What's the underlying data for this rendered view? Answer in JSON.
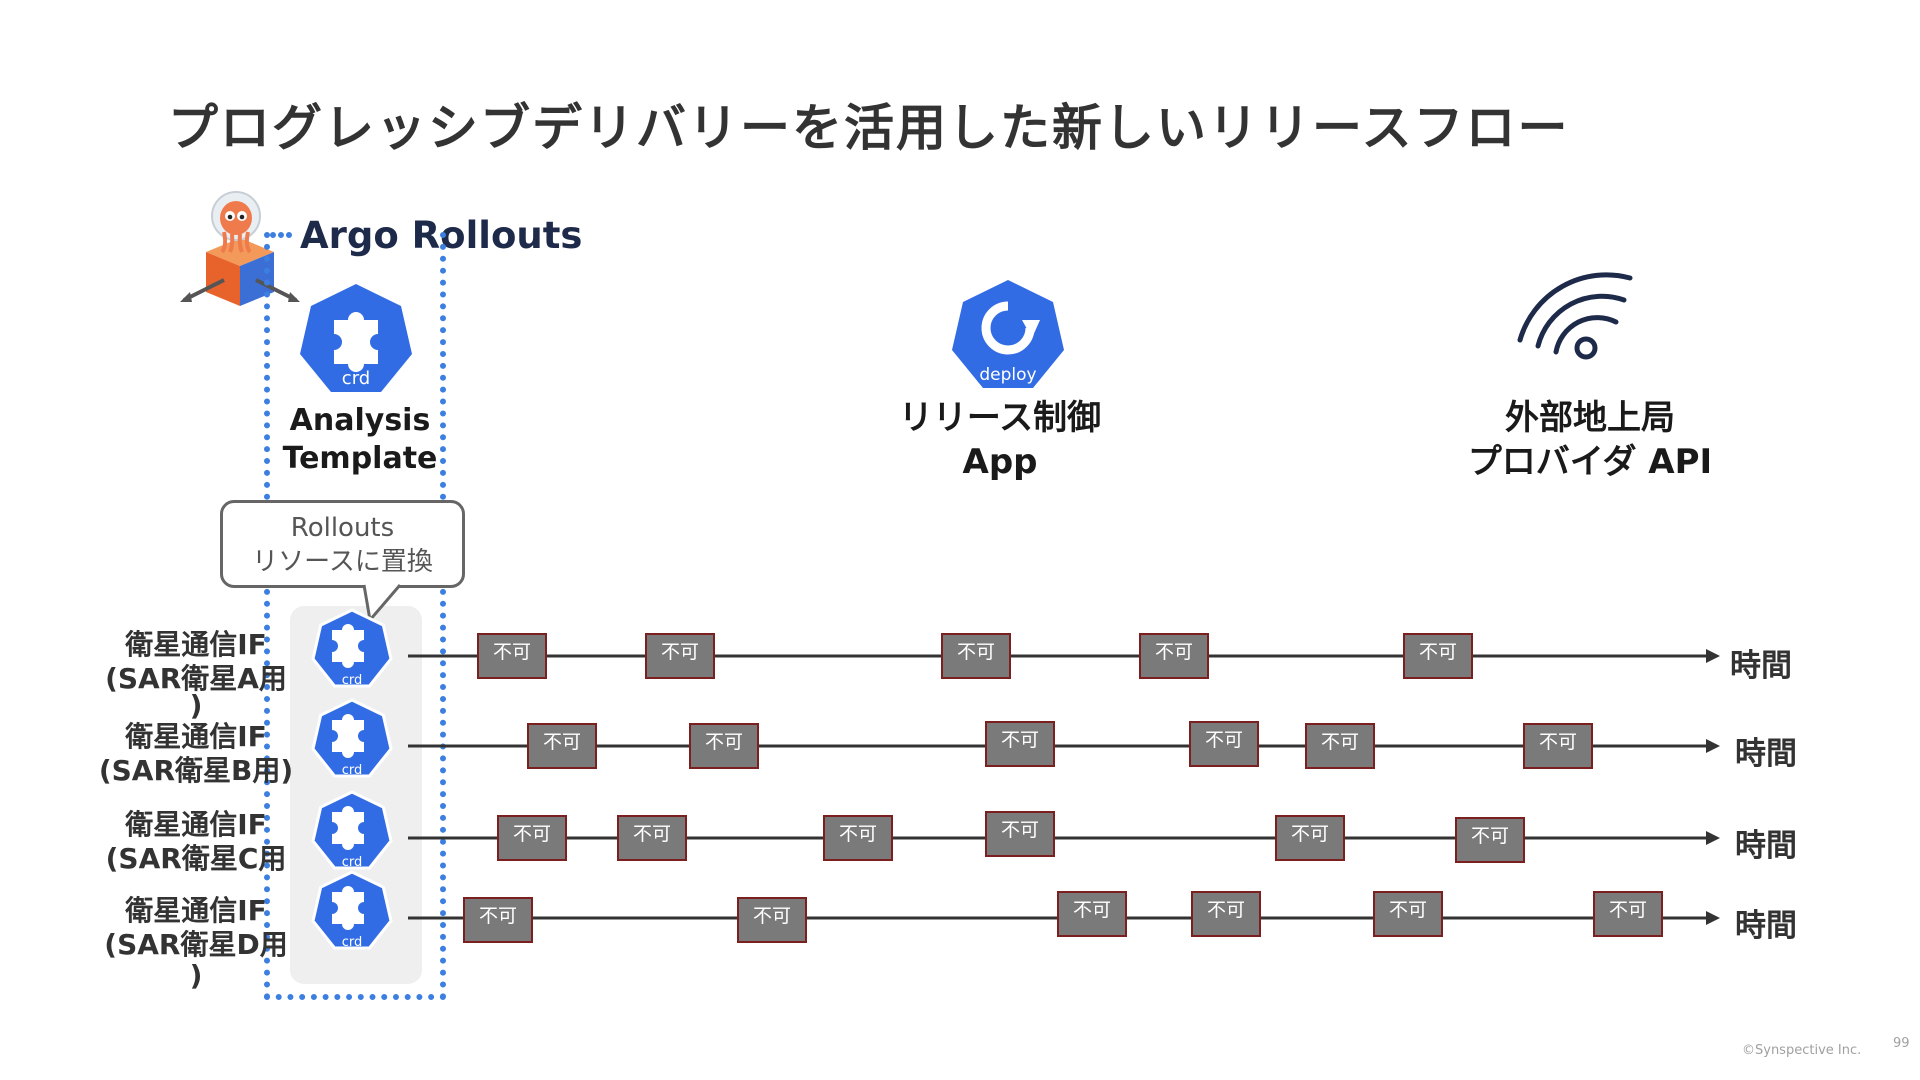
{
  "title": "プログレッシブデリバリーを活用した新しいリリースフロー",
  "argo": {
    "label": "Argo Rollouts",
    "analysis_line1": "Analysis",
    "analysis_line2": "Template",
    "crd_icon_text": "crd",
    "callout_line1": "Rollouts",
    "callout_line2": "リソースに置換"
  },
  "deploy": {
    "icon_text": "deploy",
    "label_line1": "リリース制御",
    "label_line2": "App"
  },
  "provider": {
    "icon": "wireless-signal-icon",
    "label_line1": "外部地上局",
    "label_line2": "プロバイダ API"
  },
  "colors": {
    "k8s_blue": "#326ce5",
    "dotted_blue": "#3d7fe0",
    "block_fill": "#7a7a7a",
    "block_border": "#7b1f1f",
    "line": "#333333"
  },
  "block_text": "不可",
  "rows": [
    {
      "label_line1": "衛星通信IF",
      "label_line2": "(SAR衛星A用",
      "label_line3": ")",
      "time_label": "時間",
      "crd_text": "crd"
    },
    {
      "label_line1": "衛星通信IF",
      "label_line2": "(SAR衛星B用)",
      "label_line3": "",
      "time_label": "時間",
      "crd_text": "crd"
    },
    {
      "label_line1": "衛星通信IF",
      "label_line2": "(SAR衛星C用",
      "label_line3": "",
      "time_label": "時間",
      "crd_text": "crd"
    },
    {
      "label_line1": "衛星通信IF",
      "label_line2": "(SAR衛星D用",
      "label_line3": ")",
      "time_label": "時間",
      "crd_text": "crd"
    }
  ],
  "footer": "©Synspective Inc.",
  "page_number": "99"
}
